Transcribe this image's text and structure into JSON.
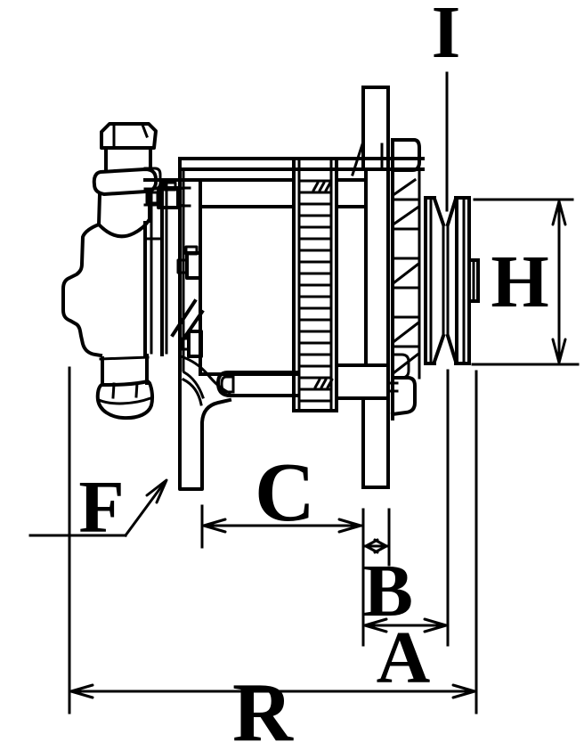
{
  "drawing": {
    "description": "Technical side-view line drawing of an alternator (with vacuum pump, cooling fan, V-belt pulley and mounting legs) annotated with dimension callouts",
    "background_color": "#ffffff",
    "line_color": "#000000"
  },
  "labels": {
    "I": "I",
    "H": "H",
    "F": "F",
    "C": "C",
    "B": "B",
    "A": "A",
    "R": "R"
  }
}
